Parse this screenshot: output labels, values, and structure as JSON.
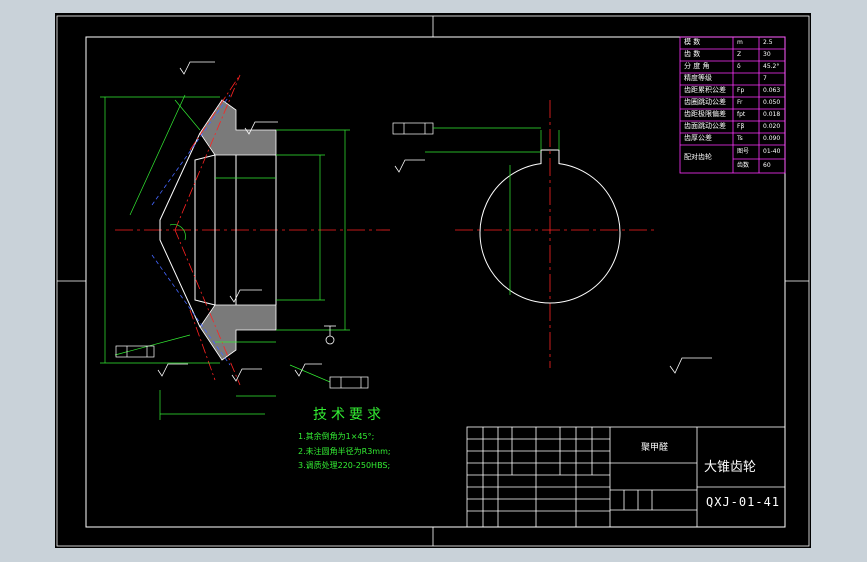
{
  "technical_requirements": {
    "title": "技术要求",
    "lines": [
      "1.其余倒角为1×45°;",
      "2.未注圆角半径为R3mm;",
      "3.调质处理220-250HBS;"
    ]
  },
  "title_block": {
    "material": "聚甲醛",
    "part_name": "大锥齿轮",
    "drawing_number": "QXJ-01-41"
  },
  "parameter_table": {
    "rows": [
      {
        "label": "模 数",
        "symbol": "m",
        "value": "2.5"
      },
      {
        "label": "齿 数",
        "symbol": "Z",
        "value": "30"
      },
      {
        "label": "分 度 角",
        "symbol": "δ",
        "value": "45.2°"
      },
      {
        "label": "精度等级",
        "symbol": "",
        "value": "7"
      },
      {
        "label": "齿距累积公差",
        "symbol": "Fp",
        "value": "0.063"
      },
      {
        "label": "齿圈跳动公差",
        "symbol": "Fr",
        "value": "0.050"
      },
      {
        "label": "齿距极限偏差",
        "symbol": "fpt",
        "value": "0.018"
      },
      {
        "label": "齿面跳动公差",
        "symbol": "Fβ",
        "value": "0.020"
      },
      {
        "label": "齿厚公差",
        "symbol": "Ts",
        "value": "0.090"
      },
      {
        "label": "配对齿轮",
        "symbol": "图号",
        "value": "01-40"
      },
      {
        "label": "",
        "symbol": "齿数",
        "value": "60"
      }
    ]
  },
  "colors": {
    "background": "#000000",
    "frame": "#ffffff",
    "dimension": "#33ee33",
    "centerline": "#ff2222",
    "hidden": "#4466ff",
    "table": "#ff33ff",
    "section_fill": "#7a7a7a"
  }
}
